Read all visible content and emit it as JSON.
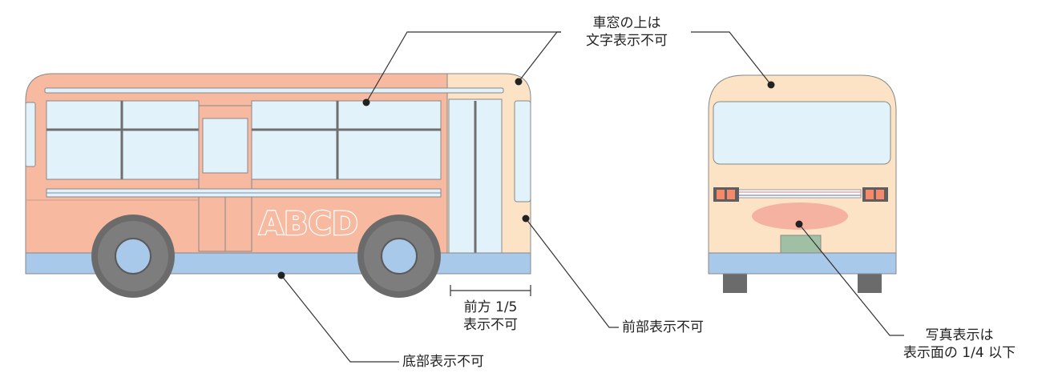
{
  "bus_side_text": "ABCD",
  "labels": {
    "top_line1": "車窓の上は",
    "top_line2": "文字表示不可",
    "front_fifth_line1": "前方 1/5",
    "front_fifth_line2": "表示不可",
    "front": "前部表示不可",
    "bottom": "底部表示不可",
    "photo_line1": "写真表示は",
    "photo_line2": "表示面の 1/4 以下"
  },
  "colors": {
    "body_salmon": "#f7b9a0",
    "body_cream": "#fde3c5",
    "skirt_blue": "#a8c9e9",
    "window_blue": "#e2f2fa",
    "frame_gray": "#6f6f6f",
    "wheel_dark": "#6b6b6b",
    "hub_blue": "#a8c9e9",
    "glow_pink": "#f6b2a0",
    "plate_green": "#a0c0a5",
    "lamp_red": "#f5896a"
  }
}
